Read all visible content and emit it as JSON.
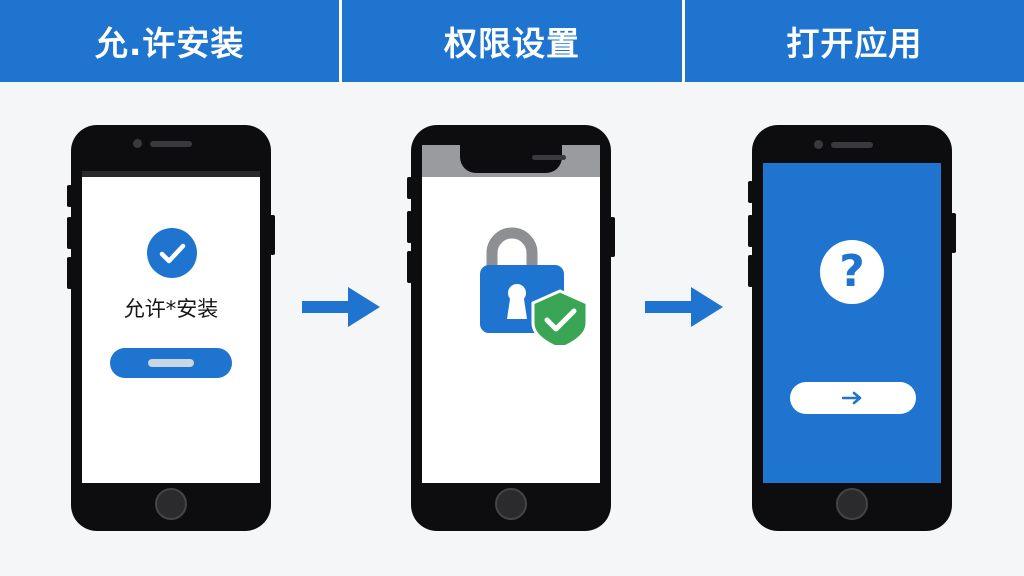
{
  "steps": [
    {
      "title": "允.许安装"
    },
    {
      "title": "权限设置"
    },
    {
      "title": "打开应用"
    }
  ],
  "phone1": {
    "screen_label": "允许*安装"
  },
  "phone3": {
    "icon_glyph": "?"
  },
  "colors": {
    "primary_blue": "#1f74d0",
    "shield_green": "#3aa655",
    "lock_gray": "#8d8f92",
    "phone_body": "#0d0d0f"
  }
}
